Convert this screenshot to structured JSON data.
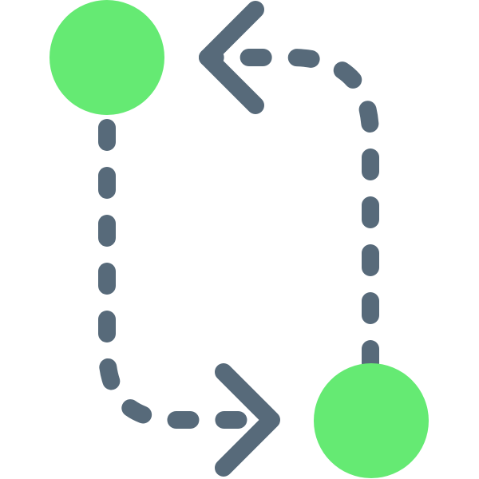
{
  "icon": {
    "name": "swap-route-icon",
    "colors": {
      "node": "#65EA73",
      "path": "#576A7A",
      "background": "#FFFFFF"
    },
    "elements": [
      "start-node",
      "end-node",
      "dashed-route-left-down",
      "dashed-route-right-up",
      "arrowhead-right",
      "arrowhead-left"
    ]
  }
}
